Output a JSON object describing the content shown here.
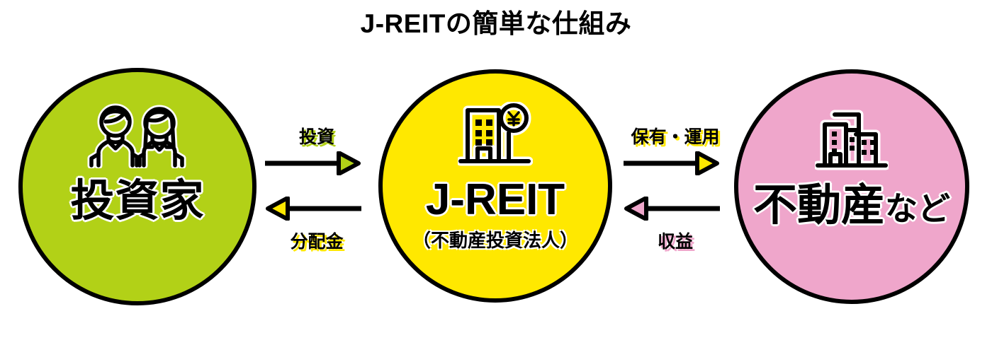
{
  "title": "J-REITの簡単な仕組み",
  "colors": {
    "investor_green": "#b2d117",
    "reit_yellow": "#ffe800",
    "property_pink": "#efa6cb",
    "outline_black": "#000000",
    "background": "#ffffff"
  },
  "nodes": [
    {
      "id": "investor",
      "label": "投資家",
      "sublabel": "",
      "icon": "two-people-icon",
      "fill": "#b2d117"
    },
    {
      "id": "reit",
      "label": "J-REIT",
      "sublabel": "（不動産投資法人）",
      "icon": "building-with-yen-icon",
      "fill": "#ffe800"
    },
    {
      "id": "property",
      "label_main": "不動産",
      "label_suffix": "など",
      "sublabel": "",
      "icon": "buildings-icon",
      "fill": "#efa6cb"
    }
  ],
  "flows": [
    {
      "id": "investor-to-reit",
      "top_label": "投資",
      "top_direction": "right",
      "top_accent": "#b2d117",
      "bottom_label": "分配金",
      "bottom_direction": "left",
      "bottom_accent": "#ffe800"
    },
    {
      "id": "reit-to-property",
      "top_label": "保有・運用",
      "top_direction": "right",
      "top_accent": "#ffe800",
      "bottom_label": "収益",
      "bottom_direction": "left",
      "bottom_accent": "#efa6cb"
    }
  ]
}
